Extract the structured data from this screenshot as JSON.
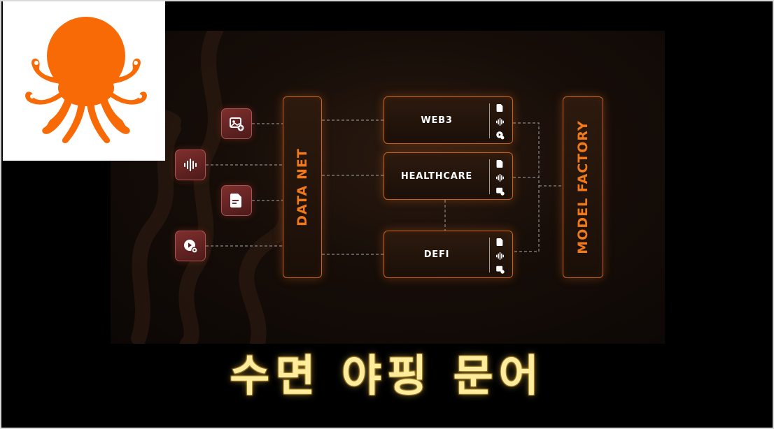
{
  "logo": {
    "icon": "octopus-logo-icon",
    "color": "#f86a06"
  },
  "diagram": {
    "sources": [
      {
        "icon": "image-add-icon"
      },
      {
        "icon": "audio-waveform-icon"
      },
      {
        "icon": "document-icon"
      },
      {
        "icon": "video-settings-icon"
      }
    ],
    "data_net_label": "DATA NET",
    "categories": [
      {
        "label": "WEB3",
        "icons": [
          "document-icon",
          "audio-waveform-icon",
          "video-settings-icon"
        ]
      },
      {
        "label": "HEALTHCARE",
        "icons": [
          "document-icon",
          "audio-waveform-icon",
          "image-add-icon"
        ]
      },
      {
        "label": "DEFI",
        "icons": [
          "document-icon",
          "audio-waveform-icon",
          "image-add-icon"
        ]
      }
    ],
    "model_factory_label": "MODEL FACTORY",
    "accent_color": "#f07a1a",
    "source_icon_color": "#7e2f2d"
  },
  "caption": {
    "text": "수면 야핑 문어",
    "color": "#ffec9c"
  }
}
